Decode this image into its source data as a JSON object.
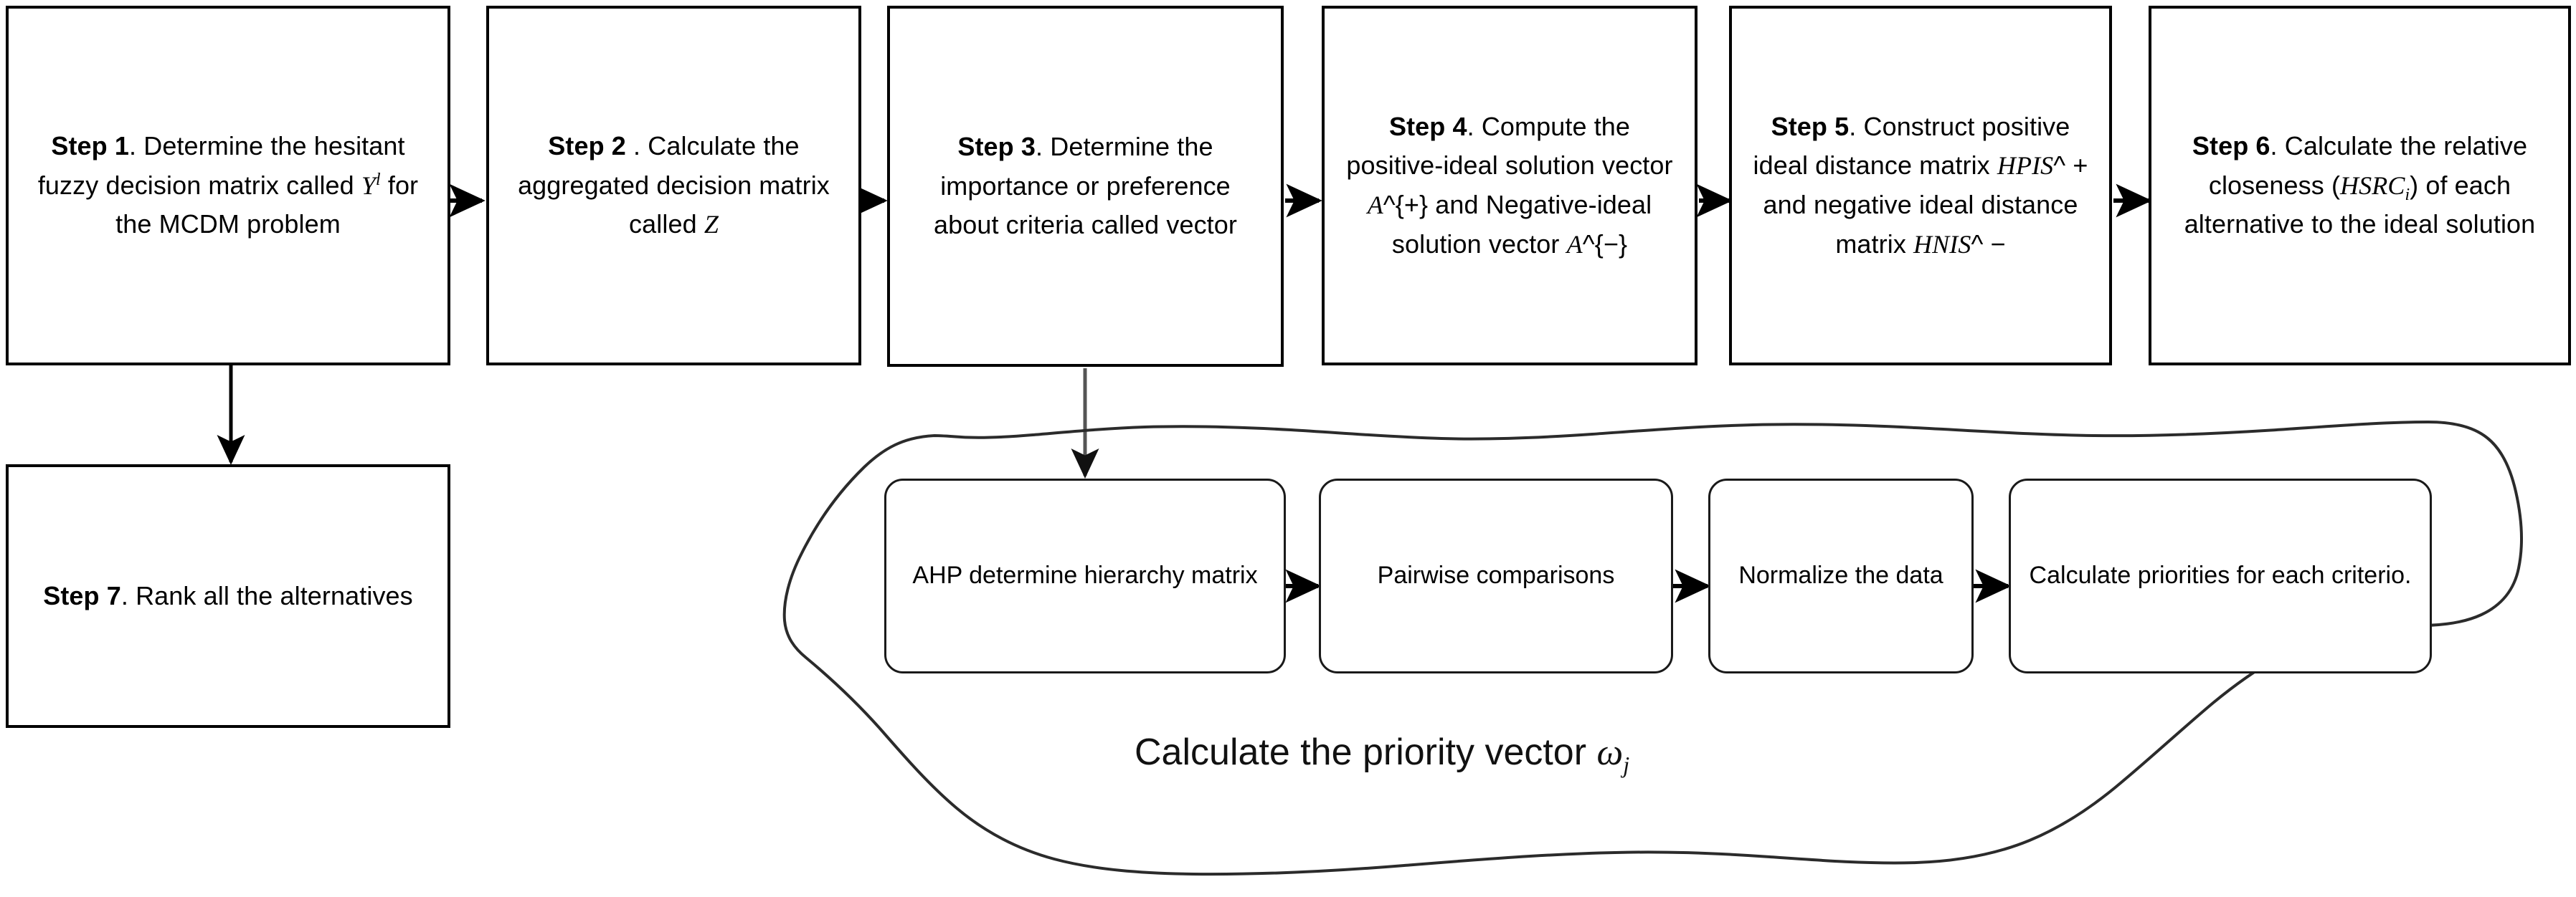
{
  "diagram": {
    "title": "Hesitant fuzzy AHP-TOPSIS MCDM procedure flowchart",
    "caption": "Calculate the priority vector ωj",
    "caption_main": "Calculate the priority vector ",
    "caption_symbol": "ω",
    "caption_symbol_sub": "j",
    "colors": {
      "stroke": "#000000",
      "box_fill": "#ffffff",
      "round_stroke": "#1a1a1a",
      "blob_stroke": "#2b2b2b",
      "connector": "#555555",
      "background": "#ffffff"
    }
  },
  "steps": [
    {
      "id": "step-1",
      "label": "Step 1",
      "label_sep": ". ",
      "body_a": "Determine the hesitant fuzzy decision matrix called ",
      "symbol": "Y",
      "symbol_sup": "l",
      "body_b": " for the MCDM problem",
      "plain": "Step 1. Determine the hesitant fuzzy decision matrix called Y^l for the MCDM problem"
    },
    {
      "id": "step-2",
      "label": "Step 2",
      "label_sep": " . ",
      "body_a": "Calculate the aggregated decision matrix called ",
      "symbol": "Z",
      "symbol_sup": "",
      "body_b": "",
      "plain": "Step 2 . Calculate the aggregated decision matrix called Z"
    },
    {
      "id": "step-3",
      "label": "Step 3",
      "label_sep": ". ",
      "body_a": "Determine the importance or preference about criteria called vector",
      "symbol": "",
      "symbol_sup": "",
      "body_b": "",
      "plain": "Step 3. Determine the importance or preference about criteria called vector"
    },
    {
      "id": "step-4",
      "label": "Step 4",
      "label_sep": ". ",
      "body_a": "Compute the positive-ideal solution vector ",
      "symbol": "A",
      "symbol_sup": "^{+}",
      "body_b": " and Negative-ideal solution vector ",
      "symbol2": "A",
      "symbol2_sup": "^{−}",
      "plain": "Step 4. Compute the positive-ideal solution vector A^{+} and Negative-ideal solution vector A^{−}"
    },
    {
      "id": "step-5",
      "label": "Step 5",
      "label_sep": ". ",
      "body_a": "Construct positive ideal distance matrix ",
      "symbol": "HPIS",
      "symbol_sup": "^ +",
      "body_b": " and negative ideal distance matrix ",
      "symbol2": "HNIS",
      "symbol2_sup": "^ −",
      "plain": "Step 5. Construct positive ideal distance matrix HPIS^ + and negative ideal distance matrix HNIS^ −"
    },
    {
      "id": "step-6",
      "label": "Step 6",
      "label_sep": ". ",
      "body_a": "Calculate the relative closeness (",
      "symbol": "HSRC",
      "symbol_sub": "i",
      "body_b": ") of each alternative to the ideal solution",
      "plain": "Step 6. Calculate the relative closeness (HSRCᵢ) of each alternative to the ideal solution"
    },
    {
      "id": "step-7",
      "label": "Step 7",
      "label_sep": ". ",
      "body_a": "Rank all the alternatives",
      "symbol": "",
      "symbol_sup": "",
      "body_b": "",
      "plain": "Step 7. Rank all the alternatives"
    }
  ],
  "subprocess": {
    "group_label": "Calculate the priority vector ωj",
    "items": [
      {
        "id": "ahp-hierarchy",
        "label": "AHP determine hierarchy matrix"
      },
      {
        "id": "pairwise-comparisons",
        "label": "Pairwise comparisons"
      },
      {
        "id": "normalize-data",
        "label": "Normalize the data"
      },
      {
        "id": "calculate-priorities",
        "label": "Calculate priorities for each criterio."
      }
    ]
  },
  "connectors": [
    {
      "id": "s1-to-s2",
      "from": "step-1",
      "to": "step-2",
      "kind": "arrow-right"
    },
    {
      "id": "s2-to-s3",
      "from": "step-2",
      "to": "step-3",
      "kind": "arrow-right"
    },
    {
      "id": "s3-to-s4",
      "from": "step-3",
      "to": "step-4",
      "kind": "arrow-right"
    },
    {
      "id": "s4-to-s5",
      "from": "step-4",
      "to": "step-5",
      "kind": "arrow-right"
    },
    {
      "id": "s5-to-s6",
      "from": "step-5",
      "to": "step-6",
      "kind": "arrow-right"
    },
    {
      "id": "s1-to-s7",
      "from": "step-1",
      "to": "step-7",
      "kind": "arrow-down"
    },
    {
      "id": "s3-to-ahp",
      "from": "step-3",
      "to": "ahp-hierarchy",
      "kind": "arrow-down"
    },
    {
      "id": "ahp-to-pairwise",
      "from": "ahp-hierarchy",
      "to": "pairwise-comparisons",
      "kind": "arrow-right"
    },
    {
      "id": "pairwise-to-normalize",
      "from": "pairwise-comparisons",
      "to": "normalize-data",
      "kind": "arrow-right"
    },
    {
      "id": "normalize-to-priorities",
      "from": "normalize-data",
      "to": "calculate-priorities",
      "kind": "arrow-right"
    }
  ]
}
